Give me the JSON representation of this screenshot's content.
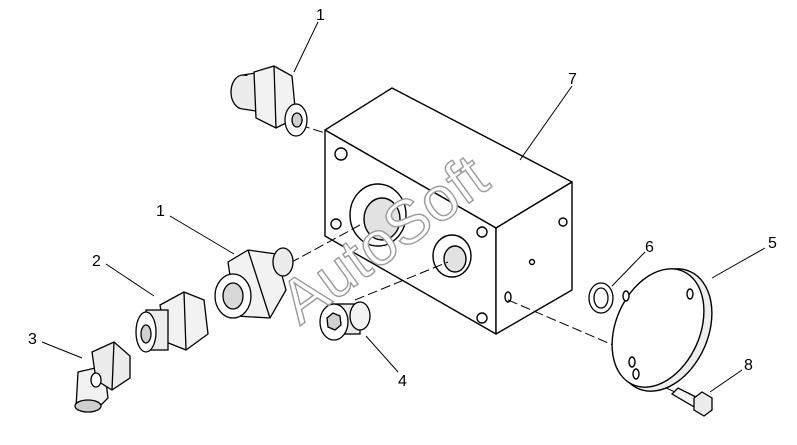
{
  "diagram": {
    "callouts": [
      {
        "id": "c1a",
        "text": "1"
      },
      {
        "id": "c7",
        "text": "7"
      },
      {
        "id": "c1b",
        "text": "1"
      },
      {
        "id": "c2",
        "text": "2"
      },
      {
        "id": "c6",
        "text": "6"
      },
      {
        "id": "c5",
        "text": "5"
      },
      {
        "id": "c3",
        "text": "3"
      },
      {
        "id": "c4",
        "text": "4"
      },
      {
        "id": "c8",
        "text": "8"
      }
    ],
    "watermark": "AutoSoft"
  },
  "colors": {
    "line": "#000000",
    "shade": "#d6d6d6",
    "watermark_stroke": "#9a9a9a"
  }
}
